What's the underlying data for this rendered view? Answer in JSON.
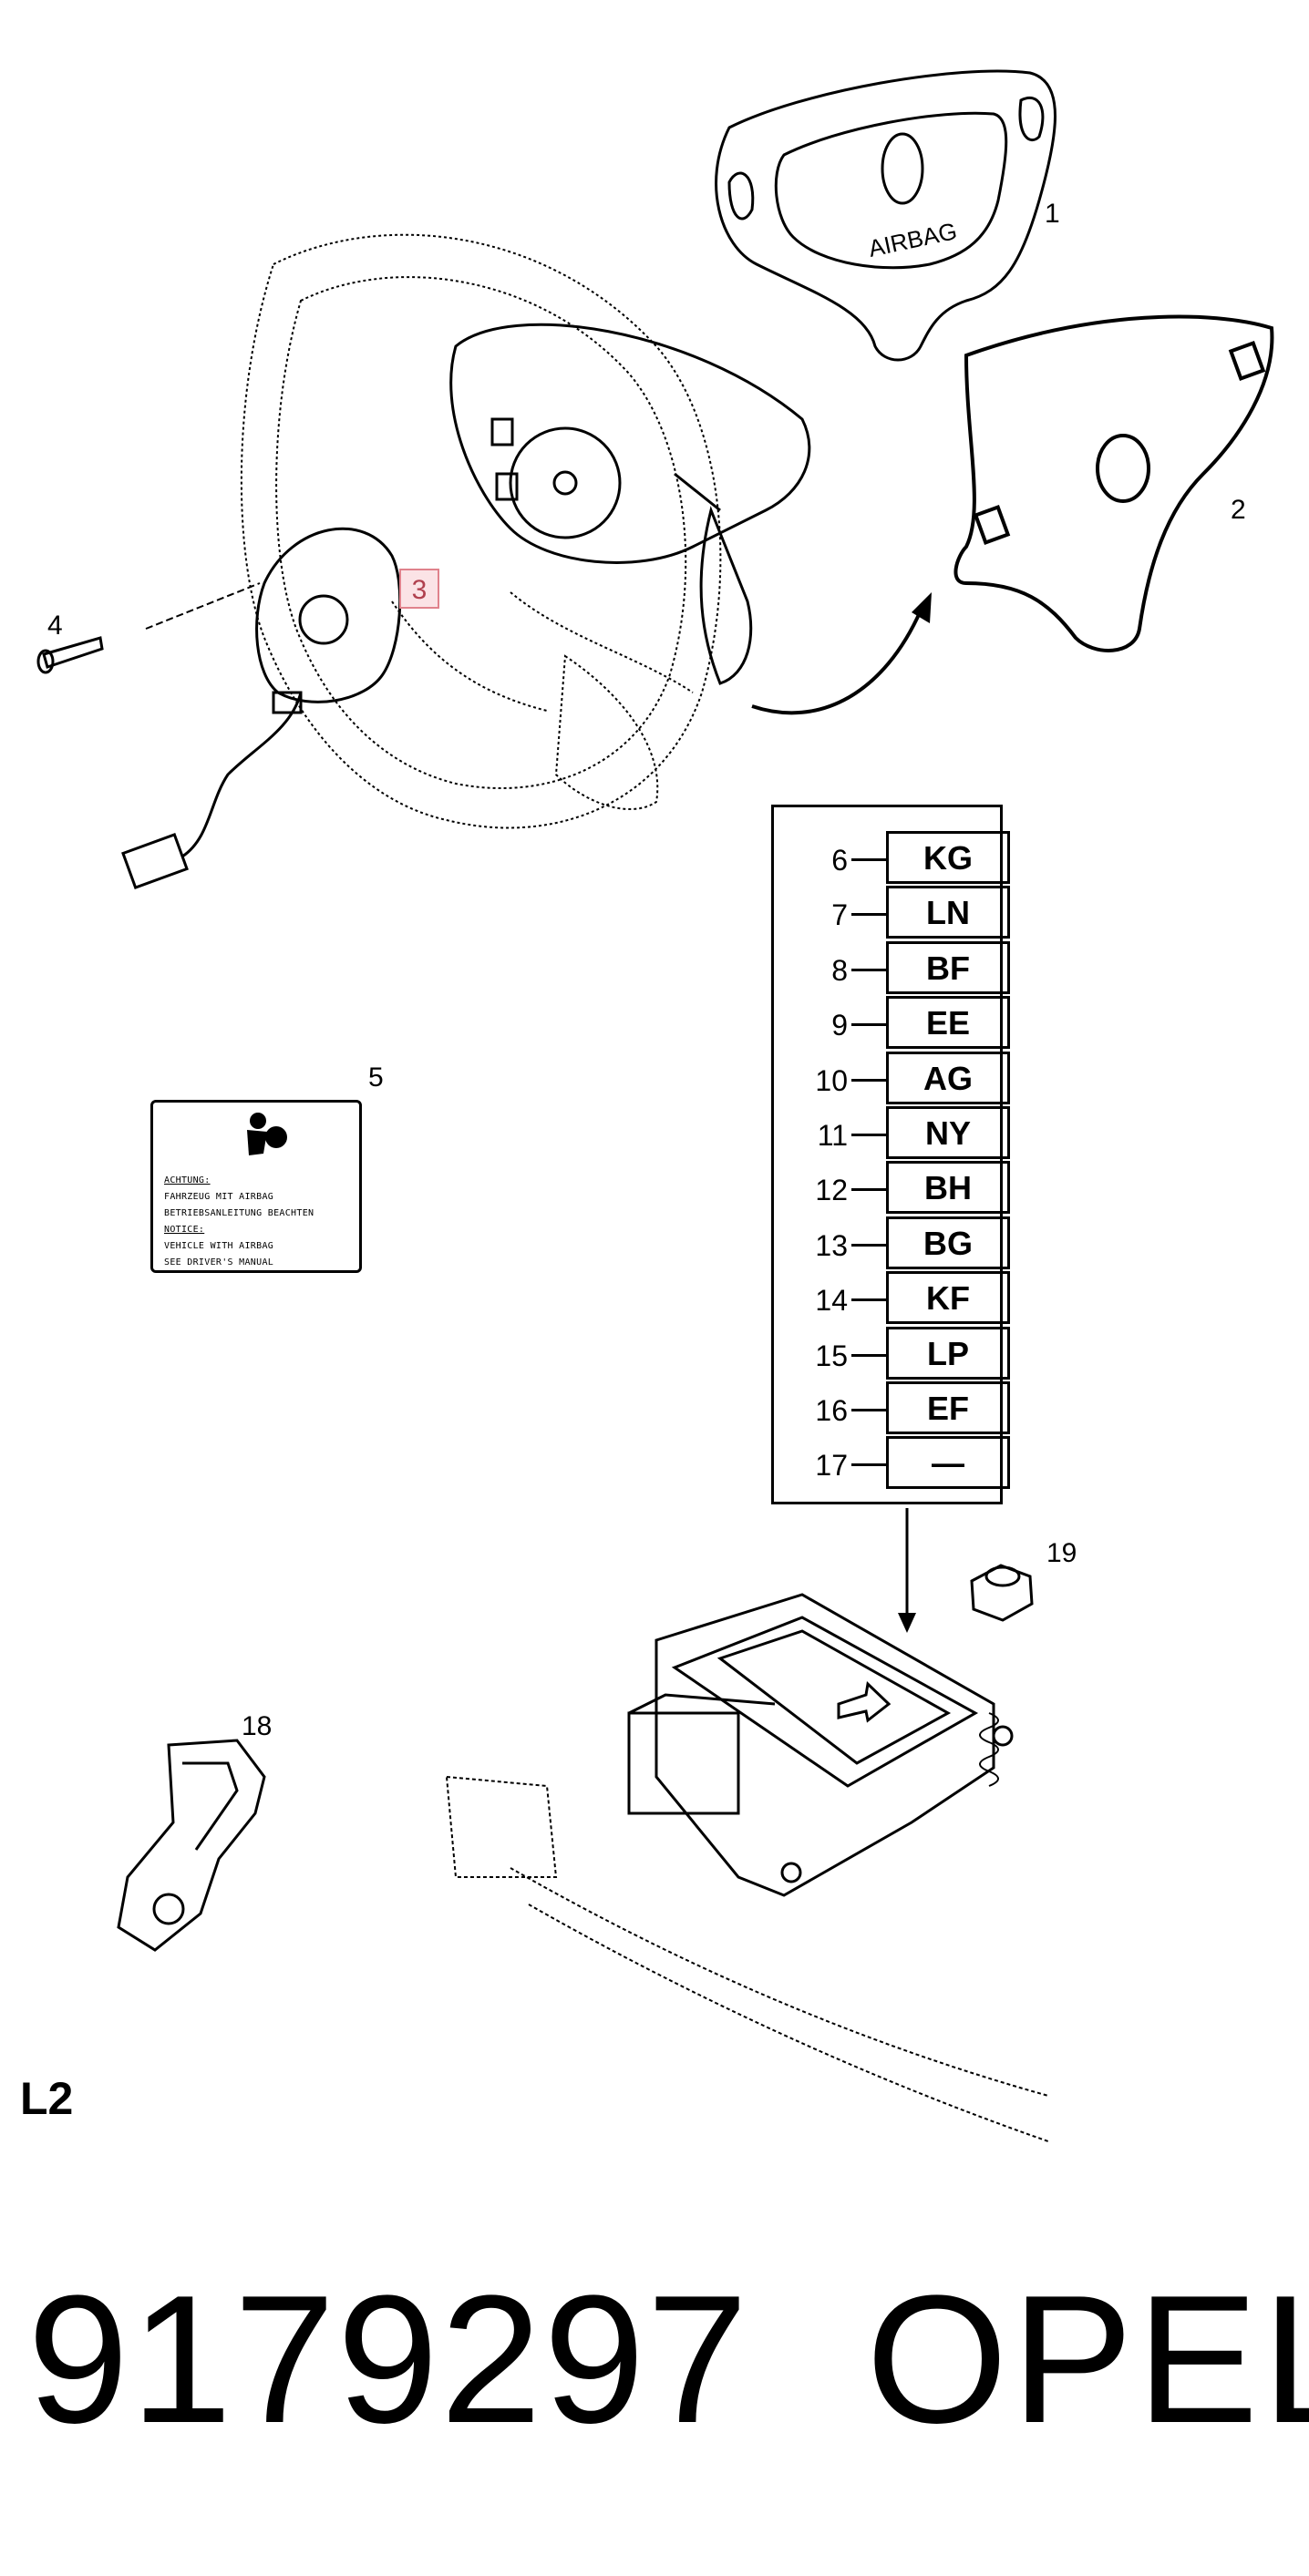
{
  "callouts": {
    "c1": "1",
    "c2": "2",
    "c3": "3",
    "c4": "4",
    "c5": "5",
    "c18": "18",
    "c19": "19"
  },
  "airbag_text": "AIRBAG",
  "code_table": [
    {
      "num": "6",
      "code": "KG"
    },
    {
      "num": "7",
      "code": "LN"
    },
    {
      "num": "8",
      "code": "BF"
    },
    {
      "num": "9",
      "code": "EE"
    },
    {
      "num": "10",
      "code": "AG"
    },
    {
      "num": "11",
      "code": "NY"
    },
    {
      "num": "12",
      "code": "BH"
    },
    {
      "num": "13",
      "code": "BG"
    },
    {
      "num": "14",
      "code": "KF"
    },
    {
      "num": "15",
      "code": "LP"
    },
    {
      "num": "16",
      "code": "EF"
    },
    {
      "num": "17",
      "code": "—"
    }
  ],
  "warning_label": {
    "line1": "ACHTUNG:",
    "line2": "FAHRZEUG MIT AIRBAG",
    "line3": "BETRIEBSANLEITUNG BEACHTEN",
    "line4": "NOTICE:",
    "line5": "VEHICLE WITH AIRBAG",
    "line6": "SEE DRIVER'S MANUAL"
  },
  "page_code": "L2",
  "part_number": "9179297",
  "brand": "OPEL",
  "highlight_color": "#e0828c"
}
